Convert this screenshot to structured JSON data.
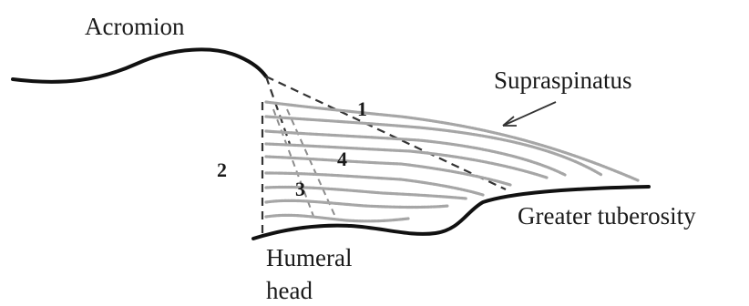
{
  "labels": {
    "acromion": "Acromion",
    "supraspinatus": "Supraspinatus",
    "greater_tuberosity": "Greater tuberosity",
    "humeral": "Humeral",
    "head": "head"
  },
  "markers": [
    "1",
    "2",
    "3",
    "4"
  ],
  "colors": {
    "bone": "#111111",
    "fiber": "#a6a6a6",
    "text": "#1a1a1a"
  }
}
